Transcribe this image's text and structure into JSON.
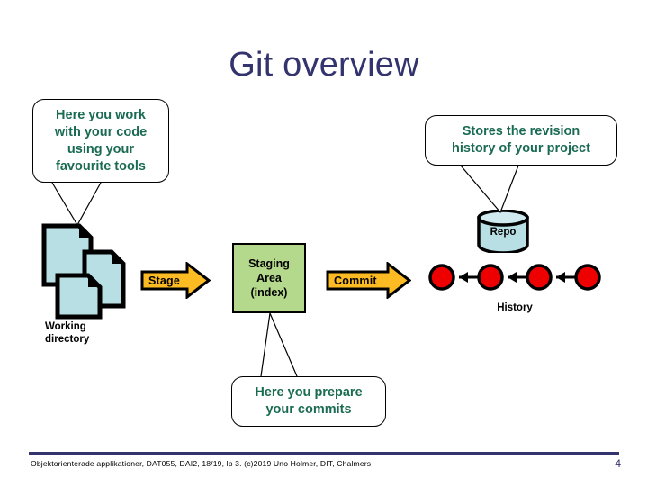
{
  "slide": {
    "title": "Git overview",
    "title_color": "#33336e",
    "background": "#ffffff"
  },
  "callouts": [
    {
      "id": "work",
      "name": "callout-work-with-code",
      "lines": [
        "Here you work",
        "with your code",
        "using your",
        "favourite tools"
      ],
      "text_color": "#1a6b52",
      "fill": "#ffffff",
      "border_color": "#000000"
    },
    {
      "id": "repo",
      "name": "callout-stores-revision-history",
      "lines": [
        "Stores the revision",
        "history of your project"
      ],
      "text_color": "#1a6b52",
      "fill": "#ffffff",
      "border_color": "#000000"
    },
    {
      "id": "prepare",
      "name": "callout-here-you-prepare",
      "lines": [
        "Here you prepare",
        "your commits"
      ],
      "text_color": "#1a6b52",
      "fill": "#ffffff",
      "border_color": "#000000"
    }
  ],
  "working_directory": {
    "label_lines": [
      "Working",
      "directory"
    ],
    "doc_fill": "#b8e0e4",
    "doc_outline": "#000000",
    "doc_count": 3
  },
  "arrows": [
    {
      "id": "stage",
      "label": "Stage",
      "fill": "#fdbb23",
      "outline": "#000000",
      "direction": "right"
    },
    {
      "id": "commit",
      "label": "Commit",
      "fill": "#fdbb23",
      "outline": "#000000",
      "direction": "right"
    }
  ],
  "staging_area": {
    "lines": [
      "Staging",
      "Area",
      "(index)"
    ],
    "fill": "#b5d98c",
    "border_color": "#000000",
    "text_color": "#000000"
  },
  "repository": {
    "label": "Repo",
    "fill": "#b8e0e4",
    "outline": "#000000"
  },
  "history": {
    "label": "History",
    "commit_count": 4,
    "commit_fill": "#ee0000",
    "commit_outline": "#000000",
    "arrow_direction": "left"
  },
  "footer": {
    "text": "Objektorienterade applikationer, DAT055, DAI2, 18/19, lp 3. (c)2019 Uno Holmer, DIT, Chalmers",
    "page_number": "4",
    "rule_color": "#33336e",
    "text_color": "#000000"
  }
}
